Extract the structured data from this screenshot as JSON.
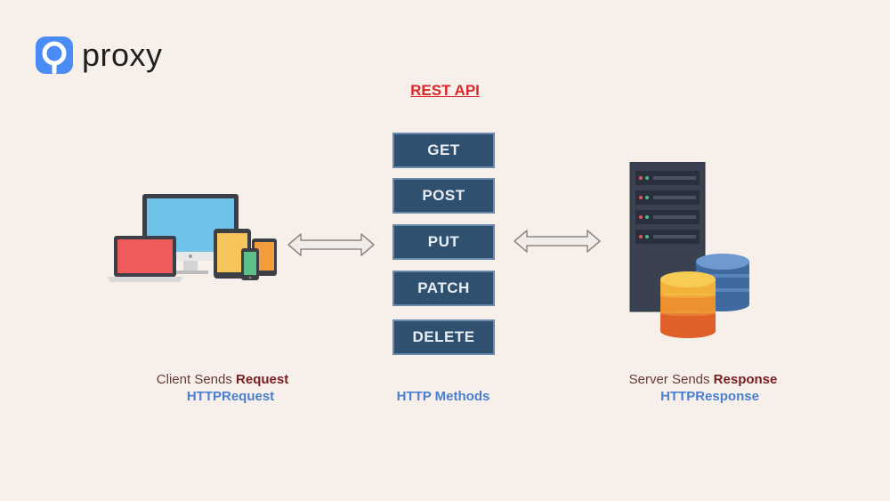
{
  "logo": {
    "text": "proxy",
    "color": "#4a8cf5"
  },
  "title": "REST API",
  "methods": [
    "GET",
    "POST",
    "PUT",
    "PATCH",
    "DELETE"
  ],
  "methods_caption": "HTTP Methods",
  "client": {
    "label_prefix": "Client Sends ",
    "label_bold": "Request",
    "sublabel": "HTTPRequest"
  },
  "server": {
    "label_prefix": "Server Sends ",
    "label_bold": "Response",
    "sublabel": "HTTPResponse"
  },
  "colors": {
    "title": "#d9282b",
    "method_bg": "#30506f",
    "method_border": "#6a8aab",
    "sublabel": "#4a7fcf",
    "background": "#f6efea"
  },
  "icons": [
    "devices-icon",
    "double-arrow-icon",
    "server-icon",
    "database-icon"
  ]
}
